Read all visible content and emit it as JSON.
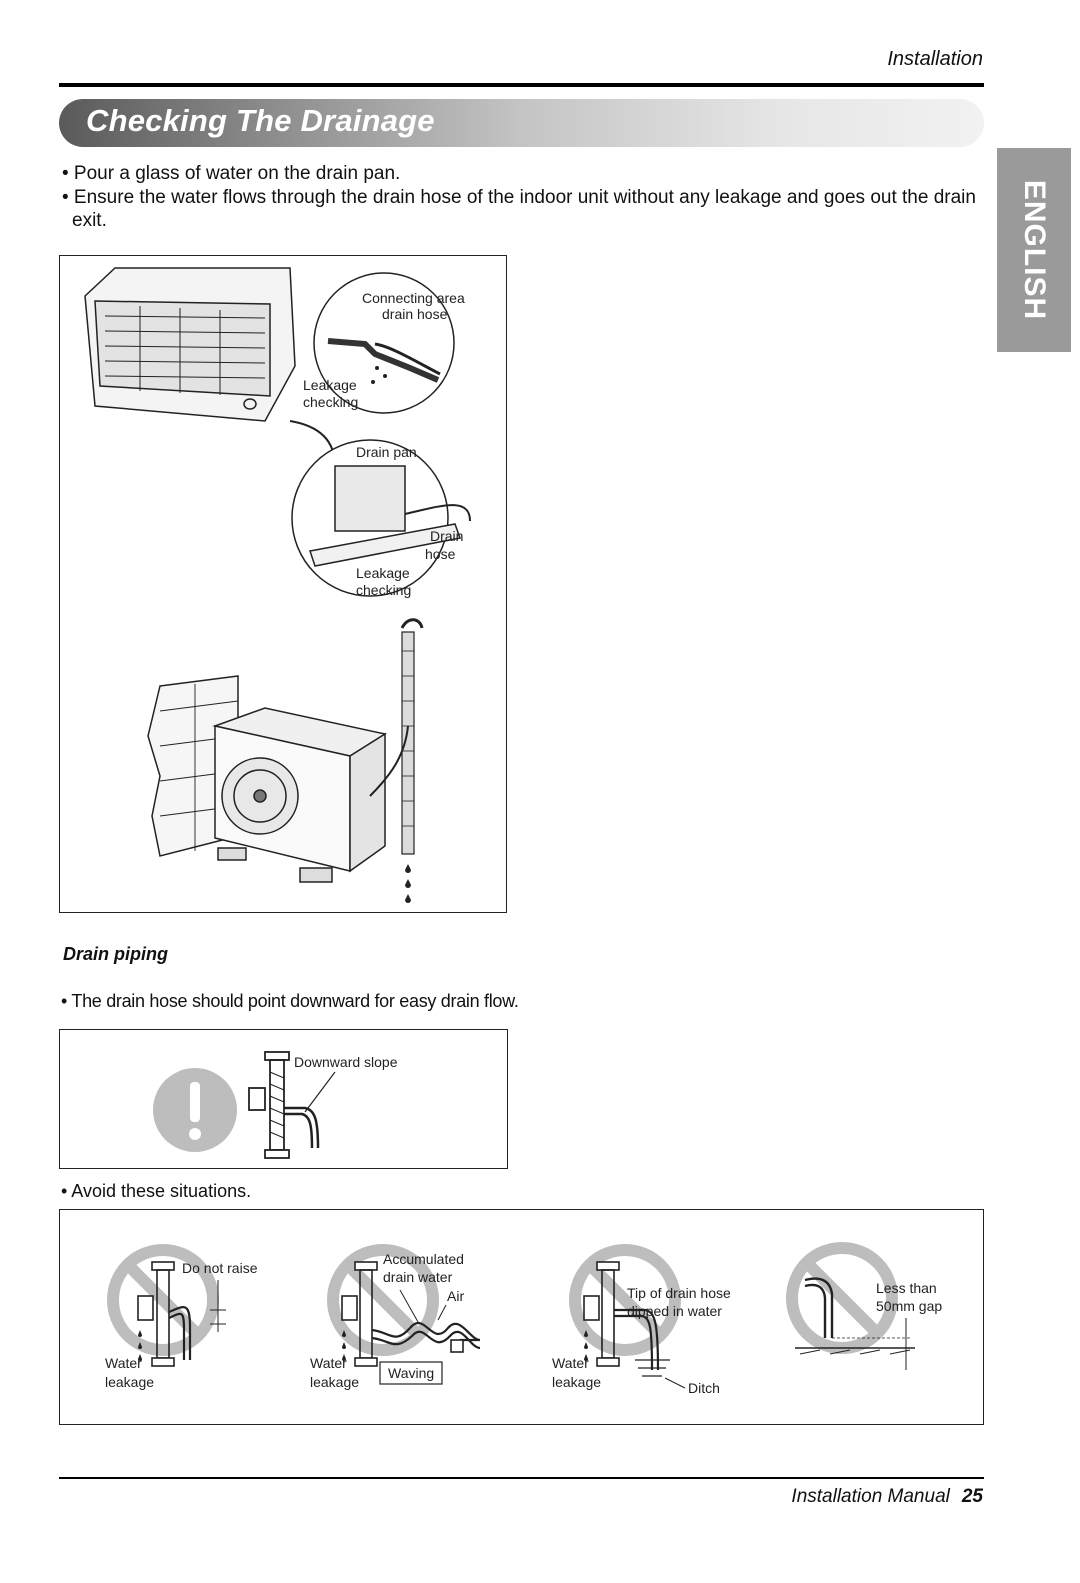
{
  "header": {
    "section": "Installation",
    "title": "Checking The Drainage",
    "language_tab": "ENGLISH"
  },
  "instructions": [
    "• Pour a glass of water on the drain pan.",
    "• Ensure the water flows through the drain hose of the indoor unit without any leakage and goes out the drain exit."
  ],
  "figure_main": {
    "labels": {
      "connecting_area": "Connecting area",
      "drain_hose": "drain hose",
      "leakage_1": "Leakage",
      "checking_1": "checking",
      "drain_pan": "Drain pan",
      "drain": "Drain",
      "hose": "hose",
      "leakage_2": "Leakage",
      "checking_2": "checking"
    }
  },
  "drain_piping": {
    "heading": "Drain piping",
    "note": "• The drain hose should point downward for easy drain flow.",
    "figure_label": "Downward slope"
  },
  "avoid": {
    "heading": "• Avoid these situations.",
    "panels": [
      {
        "caption": "Do not raise",
        "water": "Water",
        "leakage": "leakage"
      },
      {
        "caption_1": "Accumulated",
        "caption_2": "drain water",
        "air": "Air",
        "water": "Water",
        "leakage": "leakage",
        "waving": "Waving"
      },
      {
        "caption_1": "Tip of drain hose",
        "caption_2": "dipped in water",
        "water": "Water",
        "leakage": "leakage",
        "ditch": "Ditch"
      },
      {
        "caption_1": "Less than",
        "caption_2": "50mm gap"
      }
    ]
  },
  "footer": {
    "manual": "Installation Manual",
    "page": "25"
  },
  "colors": {
    "title_band_dark": "#5a5a5a",
    "title_band_light": "#f2f2f2",
    "language_tab": "#9a9a9a",
    "prohibition_sign": "#bdbdbd"
  }
}
